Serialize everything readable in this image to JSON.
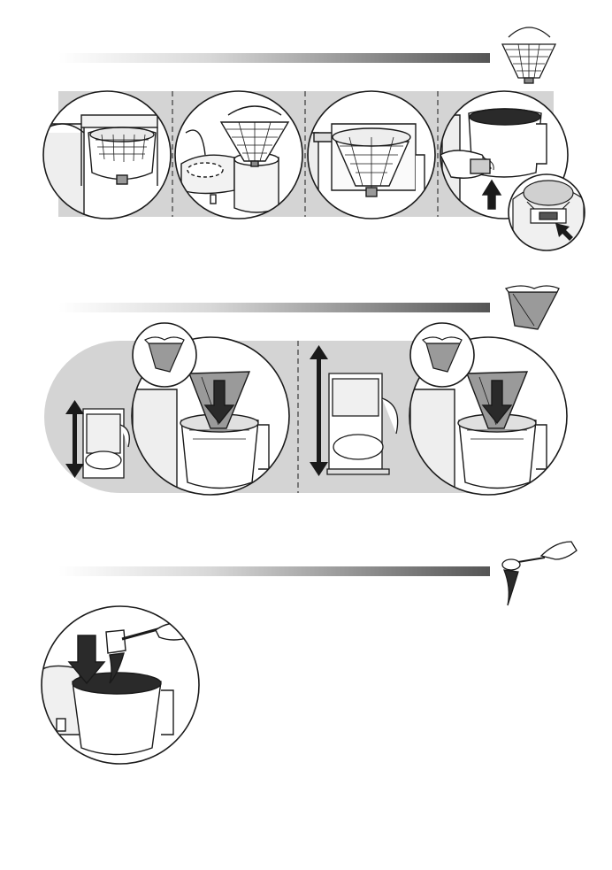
{
  "page": {
    "sections": [
      {
        "id": "filter-holder",
        "header_icon": "filter-basket-icon",
        "steps": [
          "coffee-maker-open-lid-illustration",
          "filter-holder-removal-illustration",
          "permanent-filter-insert-illustration",
          "filter-holder-reinsert-illustration"
        ],
        "detail": "release-button-detail-illustration"
      },
      {
        "id": "paper-filter",
        "header_icon": "paper-filter-icon",
        "options": [
          {
            "carafe": "small-carafe-illustration",
            "filter": "paper-filter-small-icon"
          },
          {
            "carafe": "large-carafe-illustration",
            "filter": "paper-filter-large-icon"
          }
        ]
      },
      {
        "id": "ground-coffee",
        "header_icon": "measuring-spoon-icon",
        "step": "add-ground-coffee-illustration"
      }
    ],
    "colors": {
      "panel": "#d4d4d4",
      "stroke": "#1a1a1a",
      "coffee": "#2a2a2a",
      "filter_paper": "#9a9a9a",
      "bar_dark": "#555555"
    }
  }
}
